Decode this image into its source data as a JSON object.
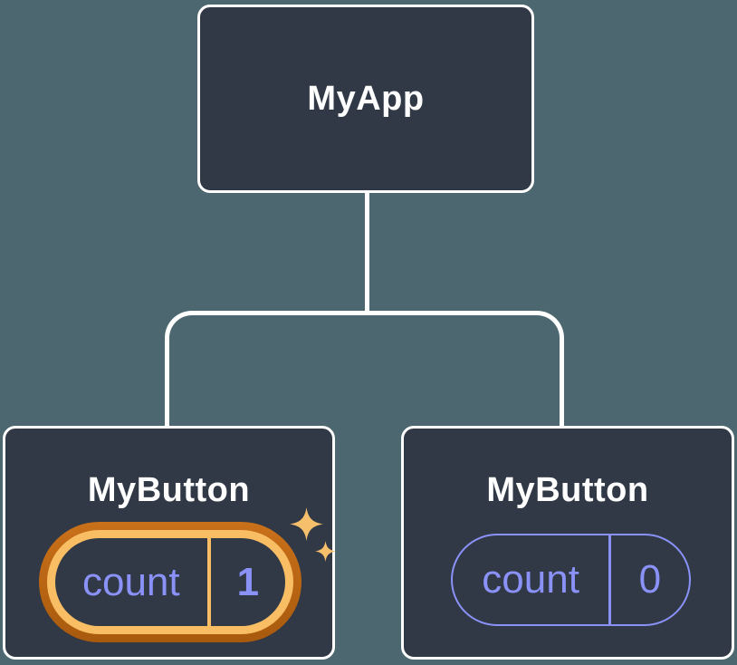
{
  "colors": {
    "background": "#4D6770",
    "card-fill": "#313846",
    "line": "#FFFFFF",
    "purple": "#8A92F7",
    "gold": "#F9BD64",
    "orange-top": "#C9701A",
    "orange-deep": "#A85A0D",
    "sparkle": "#F6BF6B",
    "title": "#FFFFFF"
  },
  "diagram": {
    "type": "component-tree",
    "root": {
      "label": "MyApp"
    },
    "children": [
      {
        "label": "MyButton",
        "state_key": "count",
        "state_value": "1",
        "highlighted": true
      },
      {
        "label": "MyButton",
        "state_key": "count",
        "state_value": "0",
        "highlighted": false
      }
    ]
  }
}
